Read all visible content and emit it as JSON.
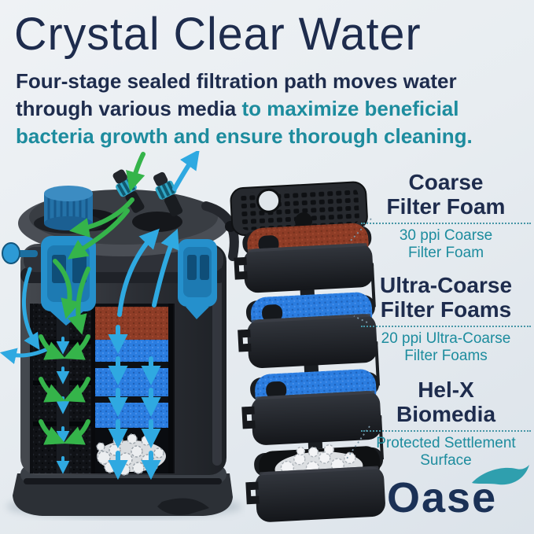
{
  "title": "Crystal Clear Water",
  "subtitle": {
    "dark": "Four-stage sealed filtration path moves water through various media ",
    "teal": "to maximize beneficial bacteria growth and ensure thorough cleaning."
  },
  "stages": [
    {
      "heading": [
        "Coarse",
        "Filter Foam"
      ],
      "sub": [
        "30 ppi Coarse",
        "Filter Foam"
      ]
    },
    {
      "heading": [
        "Ultra-Coarse",
        "Filter Foams"
      ],
      "sub": [
        "20 ppi Ultra-Coarse",
        "Filter Foams"
      ]
    },
    {
      "heading": [
        "Hel-X",
        "Biomedia"
      ],
      "sub": [
        "Protected Settlement",
        "Surface"
      ]
    }
  ],
  "logo": {
    "text": "Oase",
    "icon": "wave-swoosh-icon"
  },
  "icons": {
    "inflow_arrows": "green-curved-water-in-arrows",
    "outflow_arrows": "cyan-water-up-arrows",
    "logo_wave": "oase-wave-swoosh"
  },
  "colors": {
    "background_top": "#eff2f5",
    "background_bottom": "#dce3ea",
    "navy_text": "#1e2c4d",
    "teal_text": "#1d8c9e",
    "dotted_rule": "#4796a6",
    "inflow_green": "#35b44a",
    "outflow_cyan": "#2fa9e1",
    "coarse_foam_red": "#8e3c26",
    "ultra_coarse_foam_blue": "#2b7de0",
    "clamp_blue": "#2590cc",
    "tray_black": "#202329",
    "logo_navy": "#1b3156",
    "logo_teal": "#2f9fae"
  }
}
